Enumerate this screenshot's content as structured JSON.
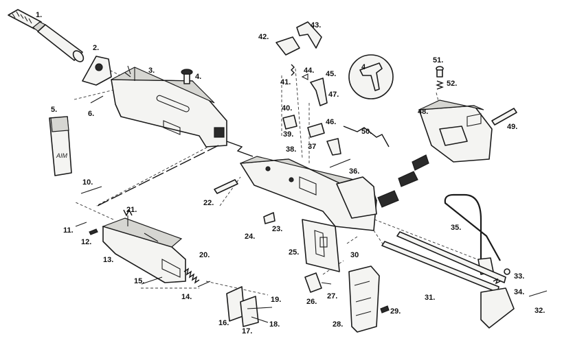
{
  "diagram": {
    "callouts": [
      "1.",
      "2.",
      "3.",
      "4.",
      "5.",
      "6.",
      "10.",
      "11.",
      "12.",
      "13.",
      "14.",
      "15.",
      "16.",
      "17.",
      "18.",
      "19.",
      "20.",
      "21.",
      "22.",
      "23.",
      "24.",
      "25.",
      "26.",
      "27.",
      "28.",
      "29.",
      "30",
      "31.",
      "32.",
      "33.",
      "34.",
      "35.",
      "36.",
      "37",
      "38.",
      "39.",
      "40.",
      "41.",
      "42.",
      "43.",
      "44.",
      "45.",
      "46.",
      "47.",
      "48.",
      "49.",
      "50.",
      "51.",
      "52.",
      "4"
    ],
    "stamp_text": "AIM"
  }
}
